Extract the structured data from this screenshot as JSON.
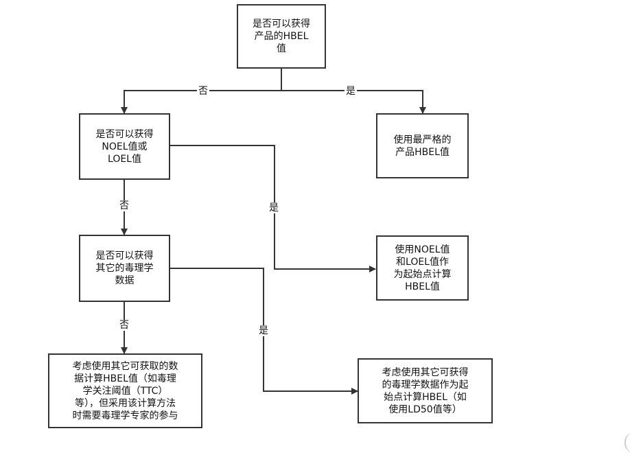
{
  "nodes": {
    "q1": "是否可以获得\n产品的HBEL\n值",
    "q2": "是否可以获得\nNOEL值或\nLOEL值",
    "q3": "是否可以获得\n其它的毒理学\n数据",
    "r1": "使用最严格的\n产品HBEL值",
    "r2": "使用NOEL值\n和LOEL值作\n为起始点计算\nHBEL值",
    "r3": "考虑使用其它可获取的数\n据计算HBEL值（如毒理\n学关注阈值（TTC）\n等），但采用该计算方法\n时需要毒理学专家的参与",
    "r4": "考虑使用其它可获得\n的毒理学数据作为起\n始点计算HBEL（如\n使用LD50值等）"
  },
  "edge_labels": {
    "q1_no": "否",
    "q1_yes": "是",
    "q2_no": "否",
    "q2_yes": "是",
    "q3_no": "否",
    "q3_yes": "是"
  },
  "colors": {
    "line": "#333333",
    "box_border": "#333333"
  }
}
